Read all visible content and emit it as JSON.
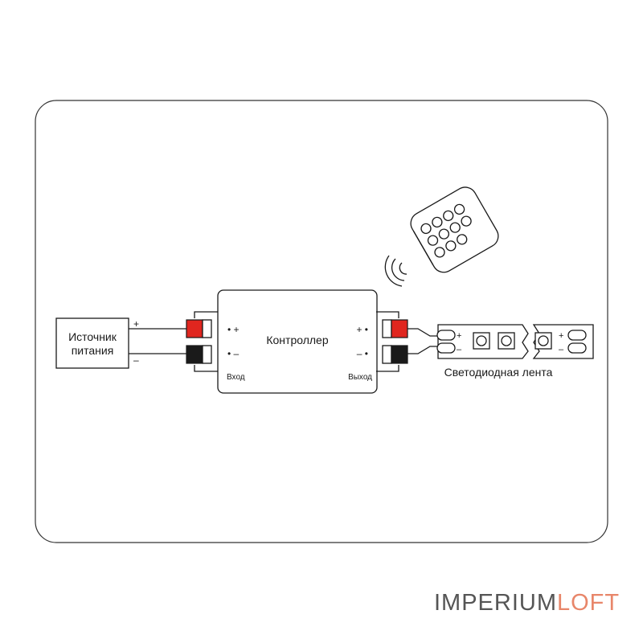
{
  "diagram": {
    "power_source": {
      "line1": "Источник",
      "line2": "питания",
      "plus": "+",
      "minus": "–"
    },
    "controller": {
      "title": "Контроллер",
      "input_label": "Вход",
      "output_label": "Выход",
      "in_plus": "• +",
      "in_minus": "• –",
      "out_plus": "+ •",
      "out_minus": "– •"
    },
    "led_strip": {
      "label": "Светодиодная лента",
      "left_plus": "+",
      "left_minus": "–",
      "right_plus": "+",
      "right_minus": "–"
    }
  },
  "brand": {
    "part1": "IMPERIUM",
    "part2": "LOFT"
  },
  "colors": {
    "positive": "#e0261f",
    "negative": "#1a1a1a",
    "line": "#1a1a1a",
    "brand_accent": "#e8866a"
  },
  "icons": {
    "remote": "remote-control-icon",
    "signal": "ir-signal-icon"
  }
}
